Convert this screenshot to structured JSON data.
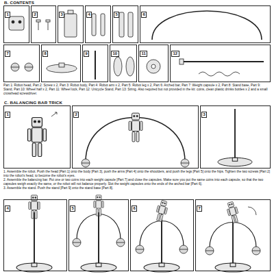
{
  "diagram": {
    "nodes": [
      {
        "text": [
          "1"
        ]
      },
      {
        "text": [
          "2"
        ]
      },
      {
        "text": [
          "3"
        ]
      },
      {
        "text": [
          "4"
        ]
      },
      {
        "text": [
          "5"
        ]
      },
      {
        "text": [
          "6"
        ]
      },
      {
        "text": [
          "7"
        ]
      },
      {
        "text": [
          "8"
        ]
      },
      {
        "text": [
          "9"
        ]
      },
      {
        "text": [
          "10"
        ]
      },
      {
        "text": [
          "11"
        ]
      },
      {
        "text": [
          "12"
        ]
      },
      {
        "text": [
          "1"
        ]
      },
      {
        "text": [
          "2"
        ]
      },
      {
        "text": [
          "3"
        ]
      },
      {
        "text": [
          "4"
        ]
      },
      {
        "text": [
          "5"
        ]
      },
      {
        "text": [
          "6"
        ]
      },
      {
        "text": [
          "7"
        ]
      }
    ],
    "labels": [
      "B. CONTENTS",
      "Part 1: Robot head, Part 2: Screw x 2, Part 3: Robot body, Part 4: Robot arm x 2, Part 5: Robot leg x 2, Part 6: Arched bar, Part 7: Weight capsule x 2, Part 8: Stand base, Part 9: Stand, Part 10: Wheel half x 2, Part 11: Wheel lock, Part 12: Unicycle Stand, Part 13: String. Also required but not provided in the kit: coins, clean plastic drinks bottles x 2 and a small crosshead screwdriver.",
      "C. BALANCING BAR TRICK",
      "1. Assemble the robot. Push the head [Part 1] onto the body [Part 3], push the arms [Part 4] onto the shoulders, and push the legs [Part 5] onto the hips. Tighten the two screws [Part 2] into the robot's head, to become the robot's eyes.",
      "2. Assemble the balancing bar. Put one or two coins into each weight capsule [Part 7] and close the capsules. Make sure you put the same coins into each capsule, so that the two capsules weigh exactly the same, or the robot will not balance properly. Slot the weight capsules onto the ends of the arched bar [Part 6].",
      "3. Assemble the stand. Push the stand [Part 9] onto the stand base [Part 8]."
    ]
  }
}
